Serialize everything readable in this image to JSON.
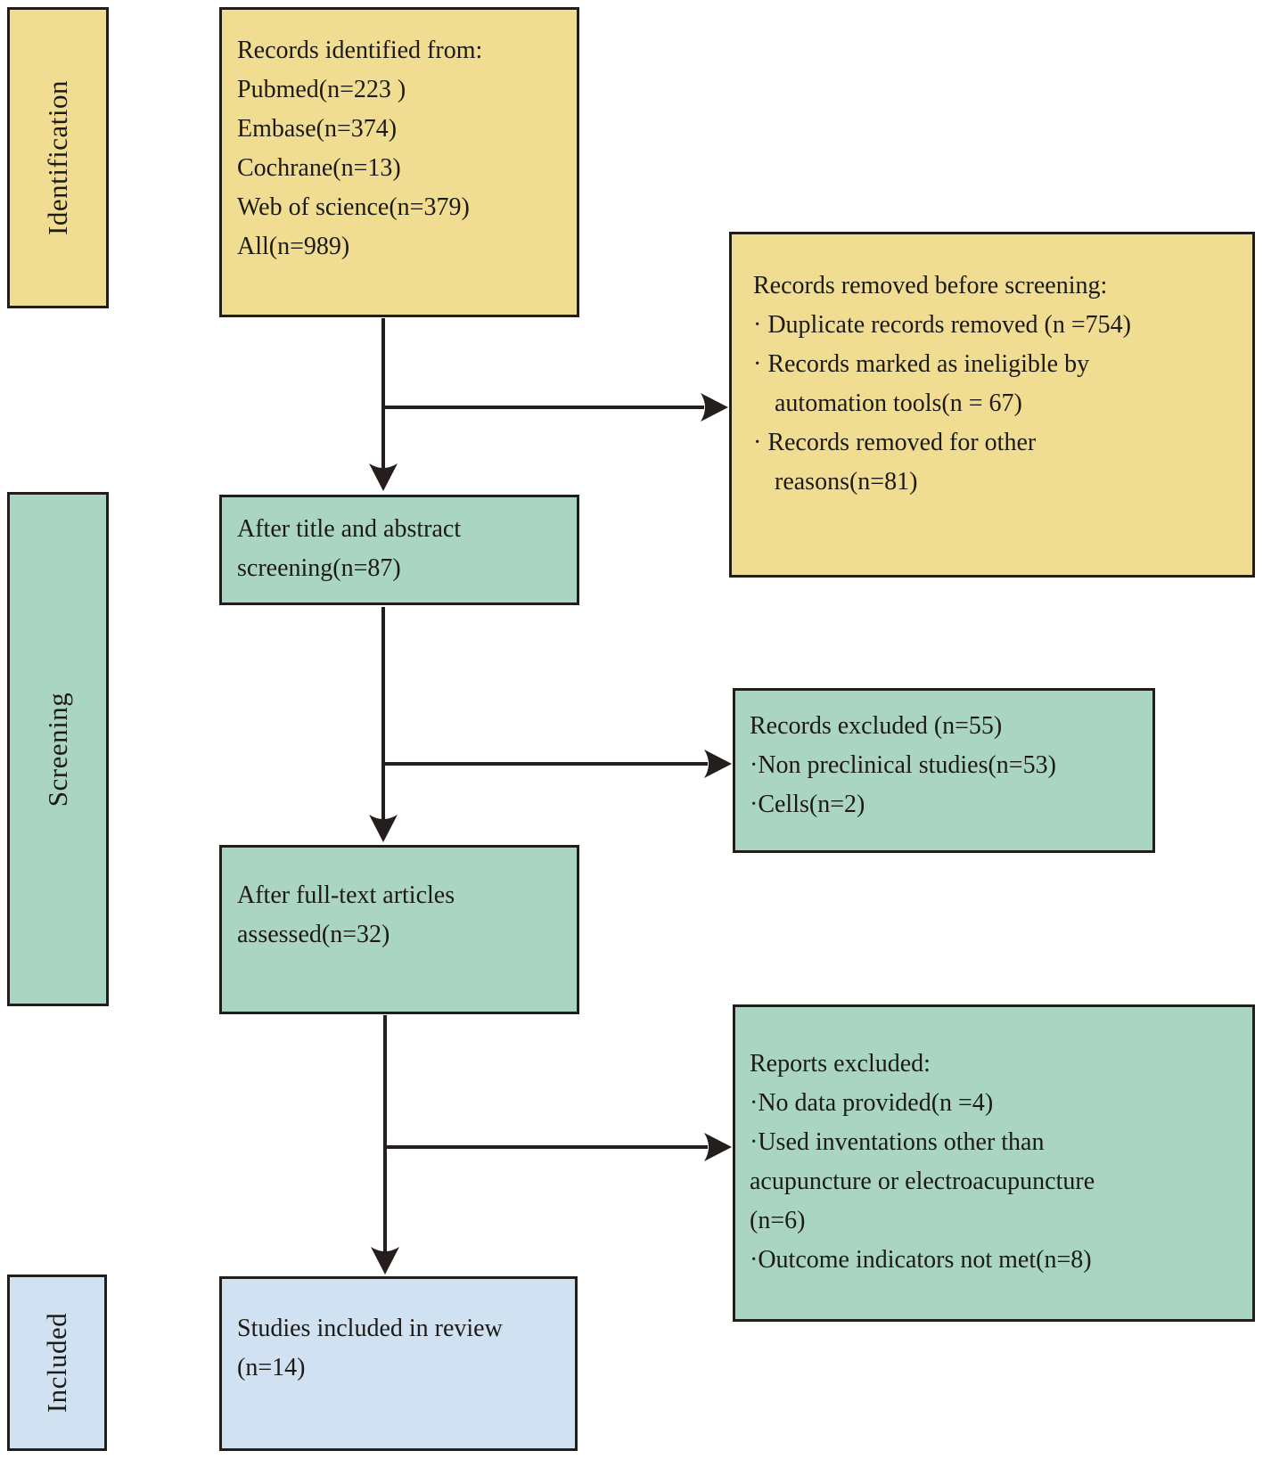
{
  "palette": {
    "identification_fill": "#f0dd92",
    "screening_fill": "#abd5c3",
    "included_fill": "#d0e1f2",
    "border": "#211d19",
    "arrow": "#241f1c",
    "text": "#1c1a17"
  },
  "stages": {
    "identification": "Identification",
    "screening": "Screening",
    "included": "Included"
  },
  "boxes": {
    "identified": {
      "lines": [
        "Records identified from:",
        "Pubmed(n=223 )",
        "Embase(n=374)",
        "Cochrane(n=13)",
        "Web of science(n=379)",
        "All(n=989)"
      ]
    },
    "removed": {
      "lines": [
        "Records removed before screening:",
        "· Duplicate records removed (n =754)",
        "· Records marked as ineligible by",
        "automation tools(n = 67)",
        "· Records removed for other",
        "reasons(n=81)"
      ]
    },
    "screened": {
      "lines": [
        "After title and abstract",
        "screening(n=87)"
      ]
    },
    "excluded": {
      "lines": [
        "Records excluded (n=55)",
        "·Non preclinical studies(n=53)",
        "·Cells(n=2)"
      ]
    },
    "fulltext": {
      "lines": [
        "After full-text articles",
        "assessed(n=32)"
      ]
    },
    "reports": {
      "lines": [
        "Reports excluded:",
        "·No data provided(n =4)",
        "·Used inventations other than",
        "acupuncture or electroacupuncture",
        "(n=6)",
        "·Outcome indicators not met(n=8)"
      ]
    },
    "included": {
      "lines": [
        "Studies included in review",
        "(n=14)"
      ]
    }
  }
}
